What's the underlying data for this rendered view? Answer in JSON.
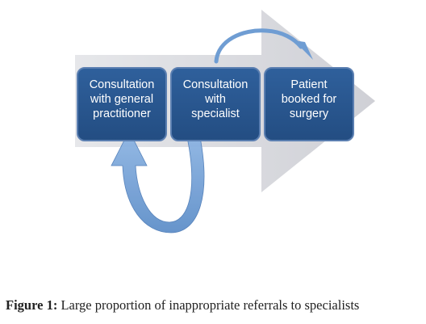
{
  "diagram": {
    "boxes": [
      {
        "lines": [
          "Consultation",
          "with general",
          "practitioner"
        ]
      },
      {
        "lines": [
          "Consultation",
          "with",
          "specialist"
        ]
      },
      {
        "lines": [
          "Patient",
          "booked for",
          "surgery"
        ]
      }
    ],
    "colors": {
      "box_fill": "#2b5891",
      "box_border": "#5b7fb1",
      "box_text": "#ffffff",
      "background_arrow": "#d8d9de",
      "curved_arrow": "#7fa7d8"
    }
  },
  "caption": {
    "label": "Figure 1:",
    "text": " Large proportion of inappropriate referrals to specialists"
  }
}
